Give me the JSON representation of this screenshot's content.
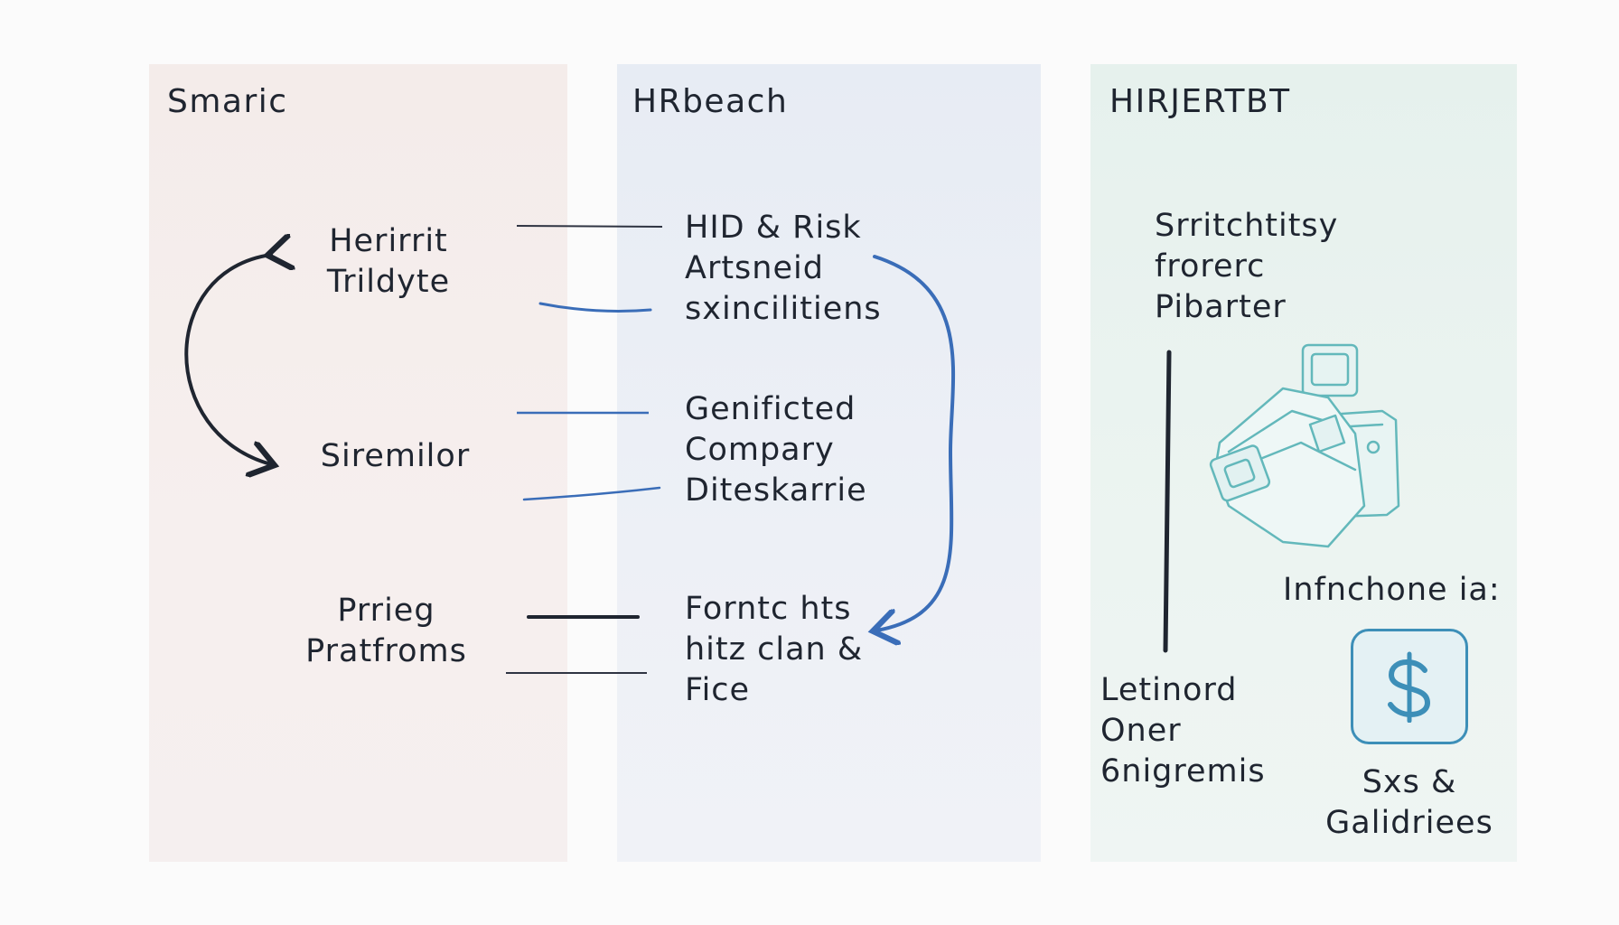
{
  "panels": {
    "left": {
      "header": "Smaric",
      "items": [
        "Herirrit\nTrildyte",
        "Siremilor",
        "Prrieg\nPratfroms"
      ]
    },
    "middle": {
      "header": "HRbeach",
      "items": [
        "HID & Risk\nArtsneid\nsxincilitiens",
        "Genificted\nCompary\nDiteskarrie",
        "Forntc hts\nhitz clan &\nFice"
      ]
    },
    "right": {
      "header": "HIRJERTBT",
      "items": [
        "Srritchtitsy\nfrorerc\nPibarter",
        "Infnchone ia:",
        "Letinord\nOner\n6nigremis",
        "Sxs &\nGalidriees"
      ]
    }
  },
  "icons": {
    "illustration": "wallet-cards-illustration-icon",
    "dollar": "dollar-sign-icon"
  },
  "colors": {
    "panel_left_bg": "#f4ecea",
    "panel_mid_bg": "#e9eef5",
    "panel_right_bg": "#e8f2ee",
    "ink_dark": "#1f2530",
    "connector_blue": "#3a6db8",
    "accent_teal": "#3d8fb8",
    "illustration_teal": "#63b8bb"
  }
}
